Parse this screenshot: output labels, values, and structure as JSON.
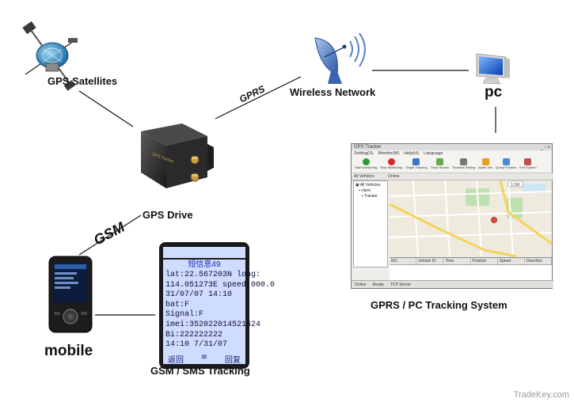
{
  "diagram": {
    "nodes": {
      "gps_satellites": {
        "label": "GPS Satellites"
      },
      "wireless_network": {
        "label": "Wireless Network"
      },
      "pc": {
        "label": "pc"
      },
      "gps_drive": {
        "label": "GPS Drive",
        "device_text": "GPS Tracker"
      },
      "mobile": {
        "label": "mobile"
      },
      "gsm_sms_tracking": {
        "label": "GSM / SMS Tracking"
      },
      "gprs_pc_tracking": {
        "label": "GPRS / PC Tracking System"
      }
    },
    "connections": {
      "gprs": "GPRS",
      "gsm": "GSM"
    },
    "sms_screen": {
      "title": "短信息49",
      "lines": [
        "lat:22.567203N long:",
        "114.051273E speed:000.0",
        "31/07/07 14:10",
        "bat:F",
        "Signal:F",
        "imei:352022014521624",
        "Bi:222222222",
        "14:10 7/31/07"
      ],
      "softkeys": [
        "返回",
        "≡",
        "回复"
      ]
    },
    "software_window": {
      "title": "GPS Tracker",
      "menu": [
        "Setting(S)",
        "Monitor(M)",
        "Help(H)",
        "Language"
      ],
      "toolbar": [
        "Start Monitoring",
        "Stop Monitoring",
        "Single Tracking",
        "Track Search",
        "Terminal Setting",
        "Alarm Info",
        "Query Position",
        "Exit System"
      ],
      "tabs": [
        "All Vehicles",
        "Online"
      ],
      "tree": [
        "All Vehicles",
        "client",
        "Tracker"
      ],
      "map_zoom": "1:1M",
      "grid_columns": [
        "NO.",
        "Vehicle ID",
        "Time",
        "Position",
        "Speed",
        "Direction"
      ],
      "status_items": [
        "Online",
        "Ready",
        "TCP Server"
      ]
    },
    "watermark": "TradeKey.com"
  }
}
